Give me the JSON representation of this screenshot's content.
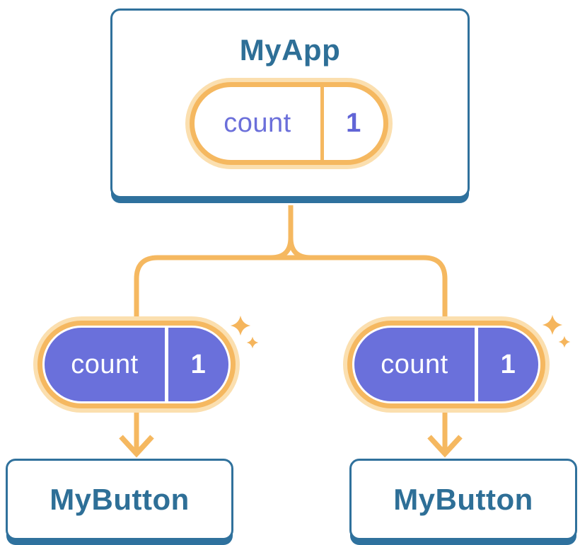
{
  "diagram": {
    "root": {
      "title": "MyApp",
      "state": {
        "name": "count",
        "value": "1"
      }
    },
    "children": [
      {
        "title": "MyButton",
        "state": {
          "name": "count",
          "value": "1"
        }
      },
      {
        "title": "MyButton",
        "state": {
          "name": "count",
          "value": "1"
        }
      }
    ]
  },
  "icons": {
    "sparkle-icon": "✦",
    "arrow-down-icon": "↓",
    "branch-connector": "tree-branch"
  },
  "colors": {
    "background": "#FFFFFF",
    "node_border_blue": "#30719C",
    "node_shadow_blue": "#2E719E",
    "node_text_blue": "#2E6F97",
    "line_orange": "#F5B860",
    "pill_glow_orange": "#FBDFAF",
    "sparkle_orange": "#F5B55C",
    "state_fill_purple": "#6A70DB",
    "state_text_purple": "#6165D6",
    "state_text_white": "#FFFFFF"
  }
}
